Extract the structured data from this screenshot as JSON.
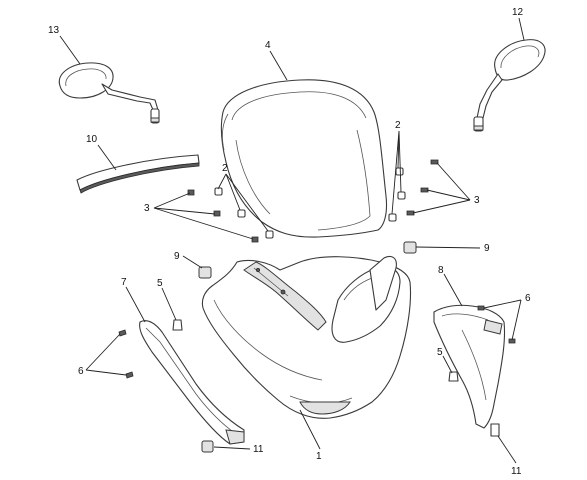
{
  "callouts": [
    {
      "id": "c13",
      "label": "13"
    },
    {
      "id": "c12",
      "label": "12"
    },
    {
      "id": "c4",
      "label": "4"
    },
    {
      "id": "c10",
      "label": "10"
    },
    {
      "id": "c2a",
      "label": "2"
    },
    {
      "id": "c2b",
      "label": "2"
    },
    {
      "id": "c3a",
      "label": "3"
    },
    {
      "id": "c3b",
      "label": "3"
    },
    {
      "id": "c9a",
      "label": "9"
    },
    {
      "id": "c9b",
      "label": "9"
    },
    {
      "id": "c7",
      "label": "7"
    },
    {
      "id": "c5a",
      "label": "5"
    },
    {
      "id": "c1",
      "label": "1"
    },
    {
      "id": "c8",
      "label": "8"
    },
    {
      "id": "c6a",
      "label": "6"
    },
    {
      "id": "c6b",
      "label": "6"
    },
    {
      "id": "c5b",
      "label": "5"
    },
    {
      "id": "c11a",
      "label": "11"
    },
    {
      "id": "c11b",
      "label": "11"
    }
  ]
}
